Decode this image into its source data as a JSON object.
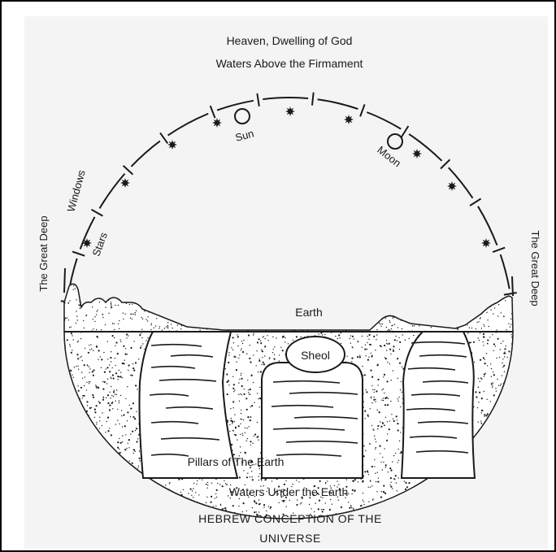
{
  "labels": {
    "heaven": "Heaven, Dwelling of God",
    "waters_above": "Waters Above the Firmament",
    "windows": "Windows",
    "stars": "Stars",
    "sun": "Sun",
    "moon": "Moon",
    "great_deep_left": "The Great Deep",
    "great_deep_right": "The Great Deep",
    "earth": "Earth",
    "sheol": "Sheol",
    "pillars": "Pillars of The Earth",
    "waters_under": "Waters Under the Earth",
    "caption_line1": "HEBREW CONCEPTION OF THE",
    "caption_line2": "UNIVERSE"
  },
  "colors": {
    "ink": "#1a1a1a",
    "paper": "#f4f4f4",
    "pillar": "#ffffff",
    "border": "#000000"
  }
}
